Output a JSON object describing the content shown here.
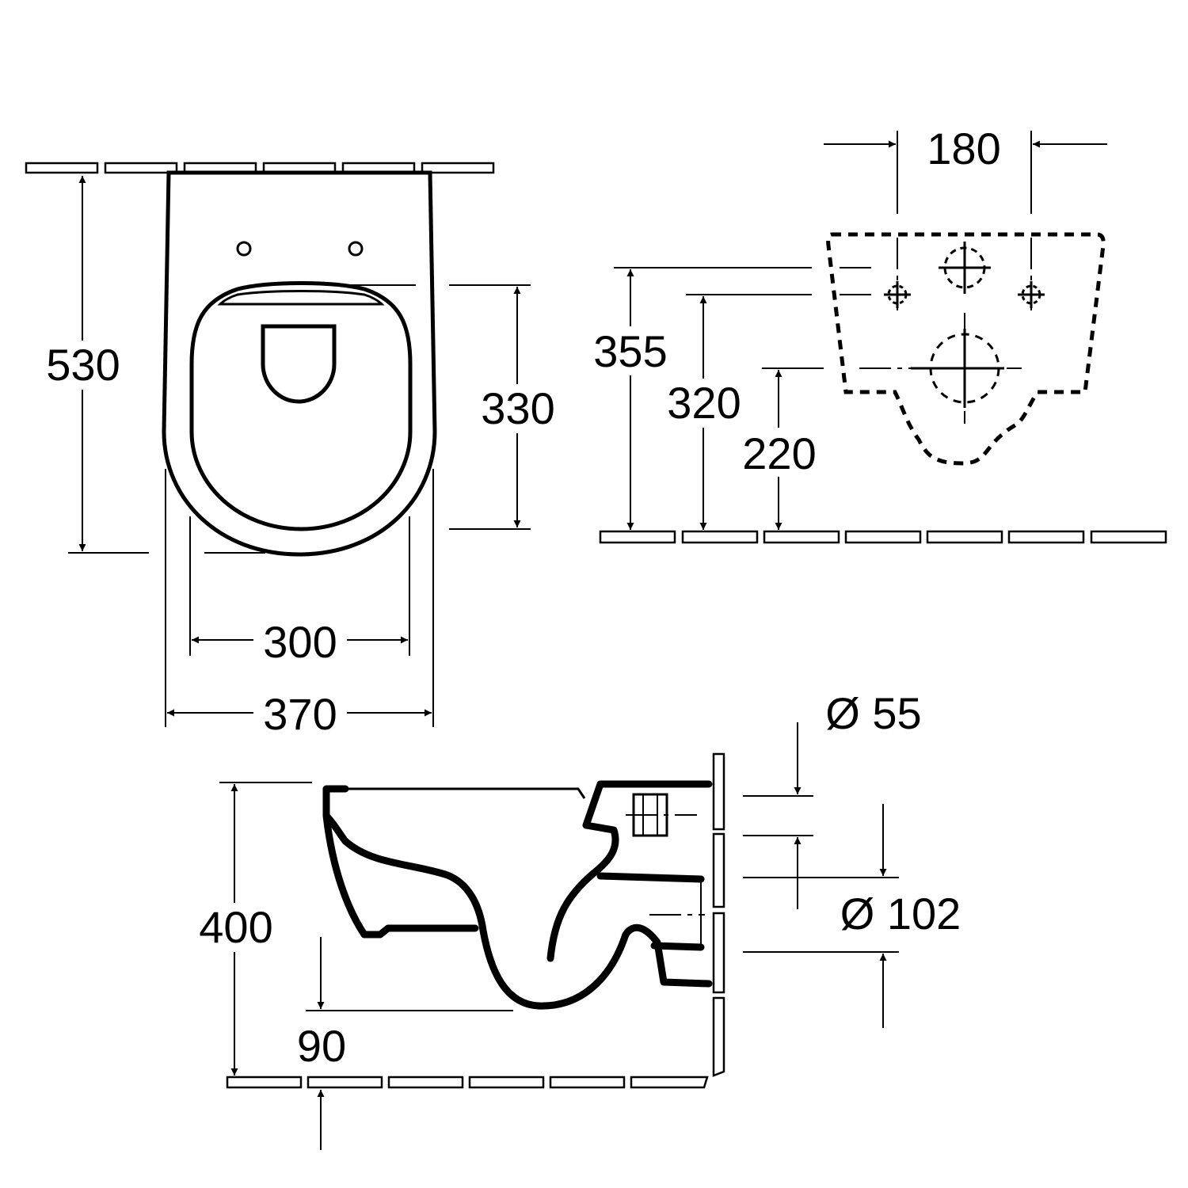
{
  "colors": {
    "line": "#000000",
    "background": "#ffffff"
  },
  "top_view": {
    "depth_label": "530",
    "seat_depth_label": "330",
    "inner_width_label": "300",
    "outer_width_label": "370"
  },
  "rear_view": {
    "fixing_spacing_label": "180",
    "fixing_height_label": "355",
    "upper_height_label": "320",
    "drain_height_label": "220"
  },
  "side_view": {
    "height_label": "400",
    "floor_gap_label": "90",
    "inlet_diameter_label": "Ø 55",
    "outlet_diameter_label": "Ø 102"
  }
}
